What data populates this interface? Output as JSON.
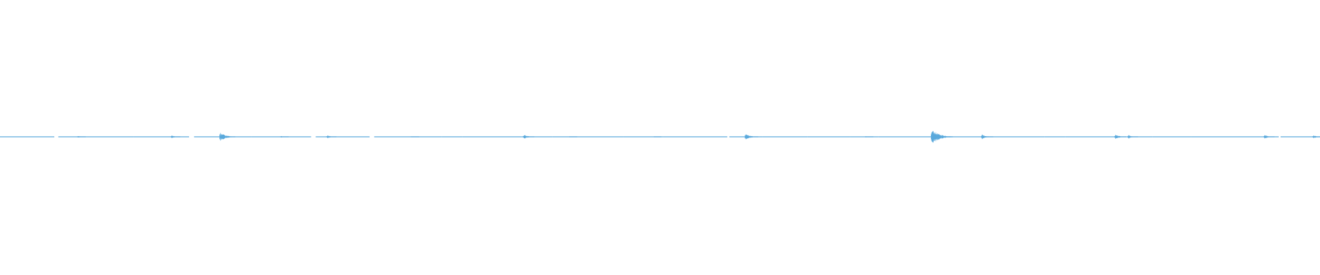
{
  "waveform": {
    "wave_color": "#5aa9dc",
    "background_color": "#ffffff",
    "duration_fraction_markers_note": "",
    "peaks": [
      {
        "pos": 0.059,
        "amp": 0.1
      },
      {
        "pos": 0.13,
        "amp": 0.15
      },
      {
        "pos": 0.167,
        "amp": 0.45
      },
      {
        "pos": 0.213,
        "amp": 0.08
      },
      {
        "pos": 0.248,
        "amp": 0.16
      },
      {
        "pos": 0.312,
        "amp": 0.08
      },
      {
        "pos": 0.397,
        "amp": 0.22
      },
      {
        "pos": 0.432,
        "amp": 0.06
      },
      {
        "pos": 0.496,
        "amp": 0.05
      },
      {
        "pos": 0.565,
        "amp": 0.32
      },
      {
        "pos": 0.656,
        "amp": 0.08
      },
      {
        "pos": 0.706,
        "amp": 0.75
      },
      {
        "pos": 0.744,
        "amp": 0.26
      },
      {
        "pos": 0.845,
        "amp": 0.25
      },
      {
        "pos": 0.855,
        "amp": 0.18
      },
      {
        "pos": 0.958,
        "amp": 0.2
      },
      {
        "pos": 0.995,
        "amp": 0.18
      }
    ]
  }
}
